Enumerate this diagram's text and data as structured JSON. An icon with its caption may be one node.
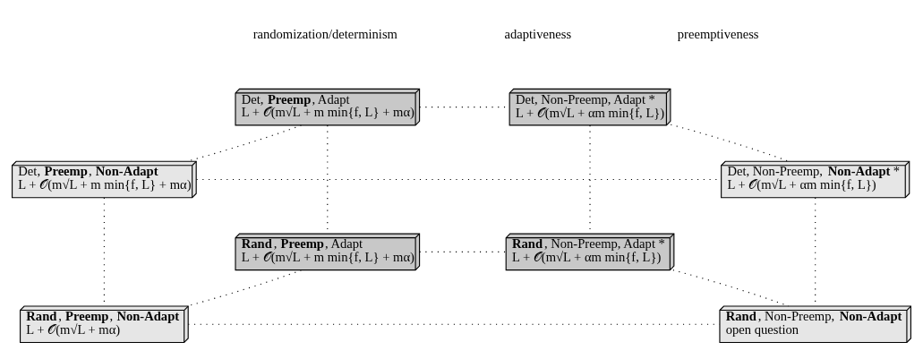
{
  "diagram": {
    "nodes": [
      {
        "text": [
          "Det, **Preemp**, Adapt",
          "L + 𝒪(m√L + m min{f, L} + mα)"
        ]
      },
      {
        "text": [
          "Det, Non-Preemp, Adapt *",
          "L + 𝒪(m√L + αm min{f, L})"
        ]
      },
      {
        "text": [
          "Det, **Preemp**, **Non-Adapt**",
          "L + 𝒪(m√L + m min{f, L} + mα)"
        ]
      },
      {
        "text": [
          "Det, Non-Preemp, **Non-Adapt** *",
          "L + 𝒪(m√L + αm min{f, L})"
        ]
      },
      {
        "text": [
          "**Rand**, **Preemp**, Adapt",
          "L + 𝒪(m√L + m min{f, L} + mα)"
        ]
      },
      {
        "text": [
          "**Rand**, Non-Preemp, Adapt *",
          "L + 𝒪(m√L + αm min{f, L})"
        ]
      },
      {
        "text": [
          "**Rand**, **Preemp**, **Non-Adapt**",
          "L + 𝒪(m√L + mα)"
        ]
      },
      {
        "text": [
          "**Rand**, Non-Preemp, **Non-Adapt**",
          "open question"
        ]
      }
    ],
    "edges": [
      {
        "from": 0,
        "to": 1,
        "arrow": "none"
      },
      {
        "from": 2,
        "to": 3,
        "arrow": "none"
      },
      {
        "from": 0,
        "to": 2,
        "arrow": "none"
      },
      {
        "from": 1,
        "to": 3,
        "arrow": "none"
      },
      {
        "from": 4,
        "to": 5,
        "arrow": "none"
      },
      {
        "from": 6,
        "to": 7,
        "arrow": "none"
      },
      {
        "from": 4,
        "to": 6,
        "arrow": "none"
      },
      {
        "from": 5,
        "to": 7,
        "arrow": "none"
      },
      {
        "from": 0,
        "to": 4,
        "arrow": "none"
      },
      {
        "from": 1,
        "to": 5,
        "arrow": "none"
      },
      {
        "from": 2,
        "to": 6,
        "arrow": "none"
      },
      {
        "from": 3,
        "to": 7,
        "arrow": "none"
      }
    ],
    "labels": [
      "randomization/determinism",
      "adaptiveness",
      "preemptiveness"
    ]
  }
}
